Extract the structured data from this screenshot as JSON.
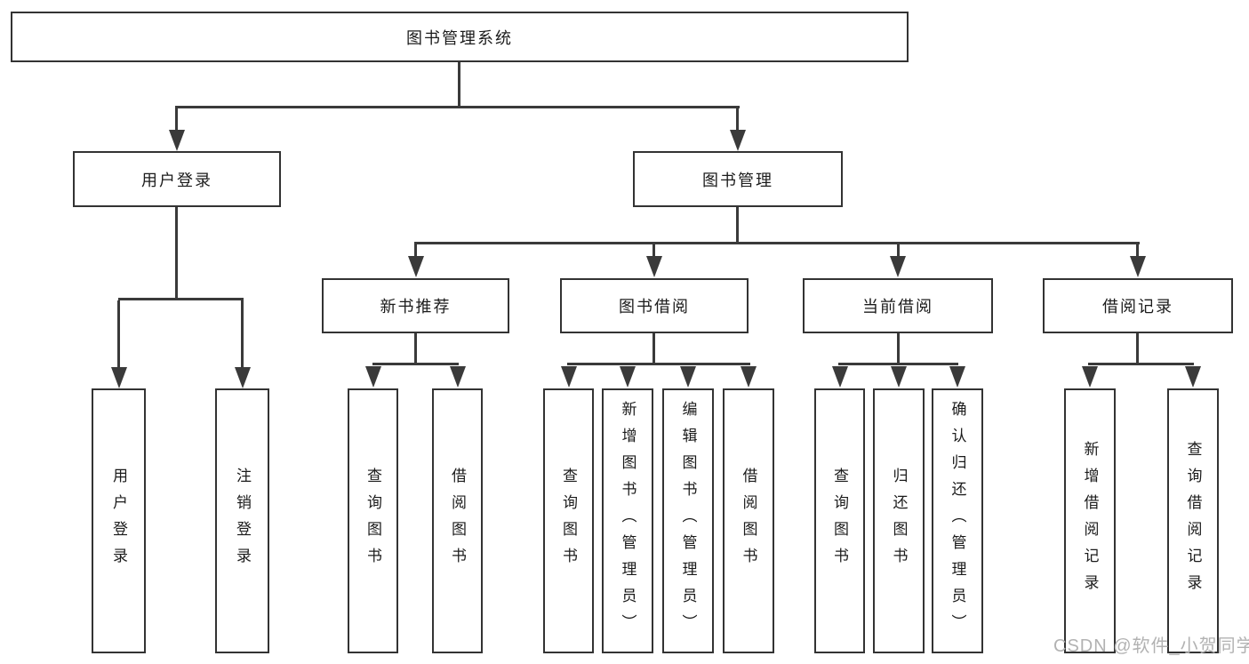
{
  "colors": {
    "line": "#3a3a3a",
    "box_border": "#333333",
    "text": "#1b1b1b",
    "background": "#ffffff",
    "watermark": "#b2b2b2"
  },
  "watermark": "CSDN @软件_小贺同学",
  "tree": {
    "label": "图书管理系统",
    "children": [
      {
        "label": "用户登录",
        "children": [
          {
            "label": "用户登录"
          },
          {
            "label": "注销登录"
          }
        ]
      },
      {
        "label": "图书管理",
        "children": [
          {
            "label": "新书推荐",
            "children": [
              {
                "label": "查询图书"
              },
              {
                "label": "借阅图书"
              }
            ]
          },
          {
            "label": "图书借阅",
            "children": [
              {
                "label": "查询图书"
              },
              {
                "label": "新增图书（管理员）"
              },
              {
                "label": "编辑图书（管理员）"
              },
              {
                "label": "借阅图书"
              }
            ]
          },
          {
            "label": "当前借阅",
            "children": [
              {
                "label": "查询图书"
              },
              {
                "label": "归还图书"
              },
              {
                "label": "确认归还（管理员）"
              }
            ]
          },
          {
            "label": "借阅记录",
            "children": [
              {
                "label": "新增借阅记录"
              },
              {
                "label": "查询借阅记录"
              }
            ]
          }
        ]
      }
    ]
  }
}
